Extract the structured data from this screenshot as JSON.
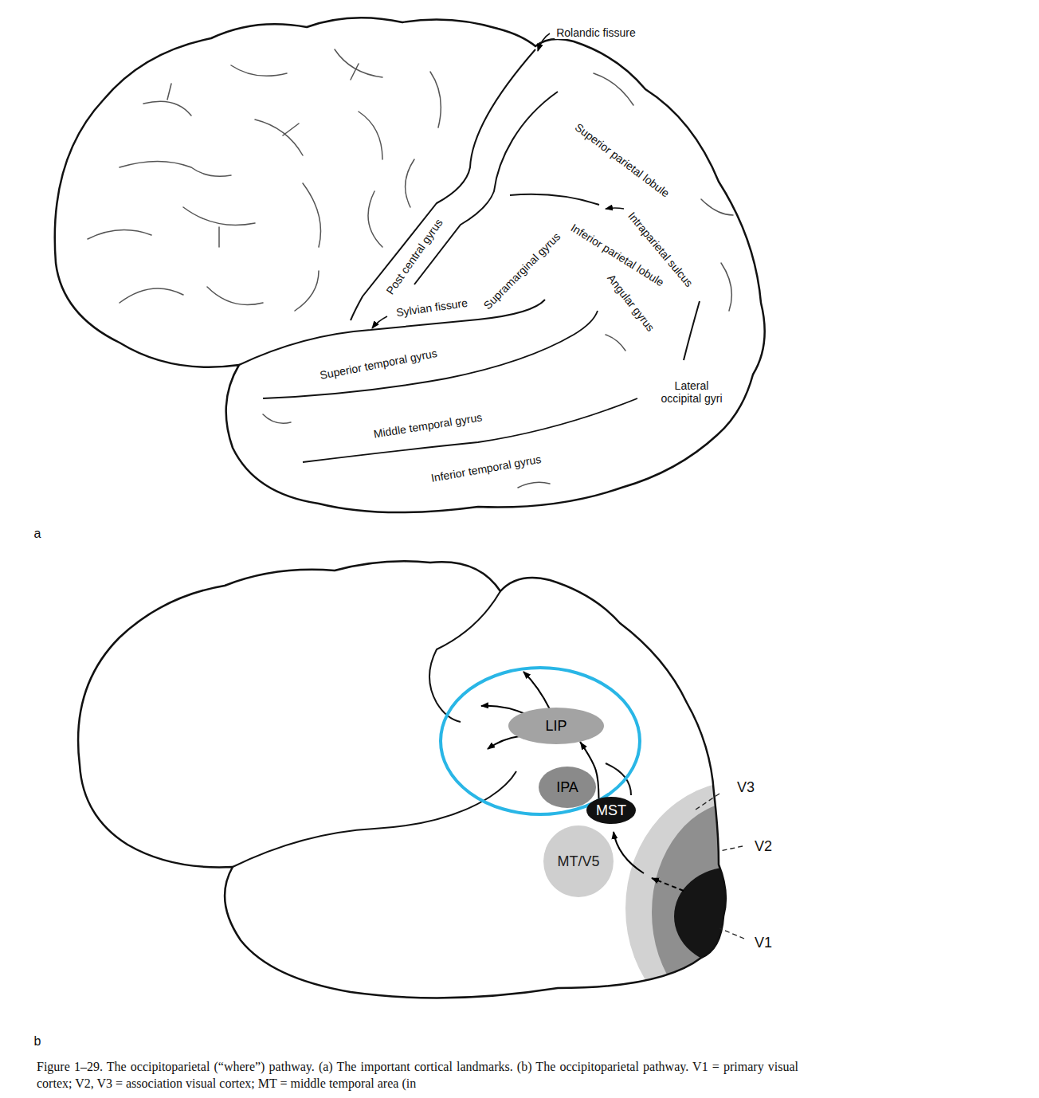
{
  "diagram": {
    "caption": "Figure 1–29. The occipitoparietal (“where”) pathway. (a) The important cortical landmarks. (b) The occipitoparietal pathway. V1 = primary visual cortex; V2, V3 = association visual cortex; MT = middle temporal area (in",
    "nodes": [
      {
        "text": [
          "LIP"
        ]
      },
      {
        "text": [
          "IPA"
        ]
      },
      {
        "text": [
          "MST"
        ]
      },
      {
        "text": [
          "MT/V5"
        ]
      }
    ],
    "edges": [
      {
        "from": 2,
        "to": 0,
        "arrow": "to"
      }
    ],
    "labels": [
      "Rolandic fissure",
      "Superior parietal lobule",
      "Intraparietal sulcus",
      "Inferior parietal lobule",
      "Supramarginal gyrus",
      "Angular gyrus",
      "Post central gyrus",
      "Sylvian fissure",
      "Superior temporal gyrus",
      "Middle temporal gyrus",
      "Inferior temporal gyrus",
      "Lateral occipital gyri",
      "a",
      "V3",
      "V2",
      "V1",
      "b"
    ]
  }
}
